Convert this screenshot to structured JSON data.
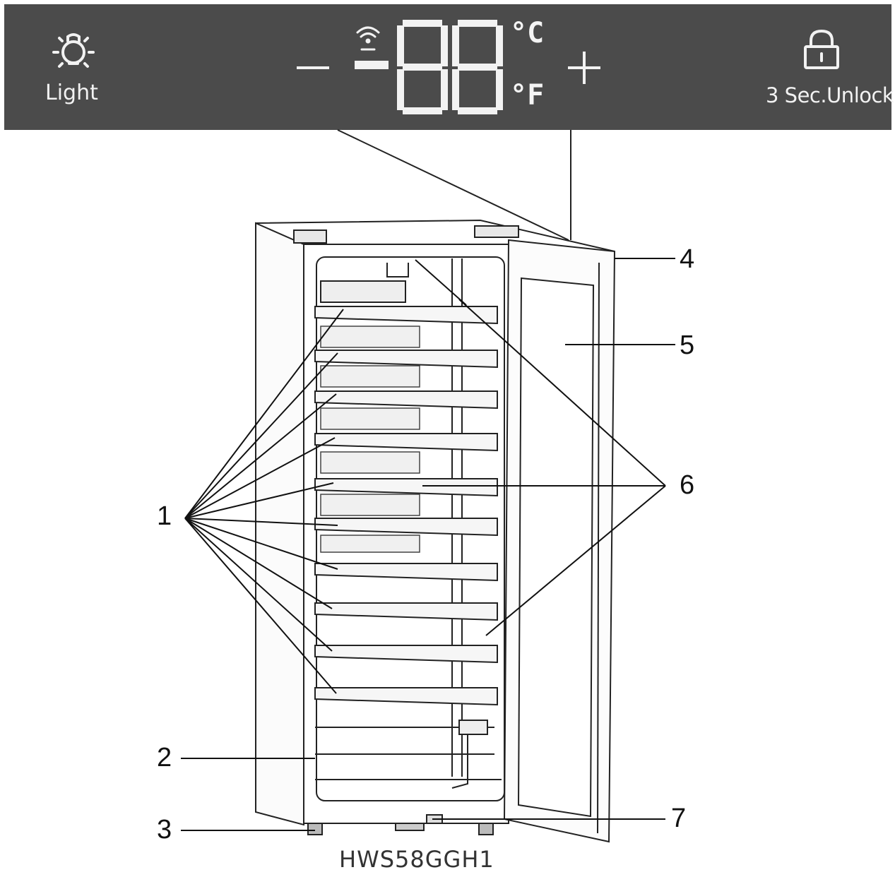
{
  "control_panel": {
    "light_label": "Light",
    "unlock_label": "3 Sec.Unlock",
    "minus_symbol": "-",
    "plus_symbol": "+",
    "display_digits": "88",
    "unit_celsius": "°C",
    "unit_fahrenheit": "°F",
    "icons": [
      "bulb-icon",
      "wifi-icon",
      "lock-icon"
    ],
    "panel_color": "#4b4b4b"
  },
  "callouts": [
    "1",
    "2",
    "3",
    "4",
    "5",
    "6",
    "7"
  ],
  "model": "HWS58GGH1"
}
